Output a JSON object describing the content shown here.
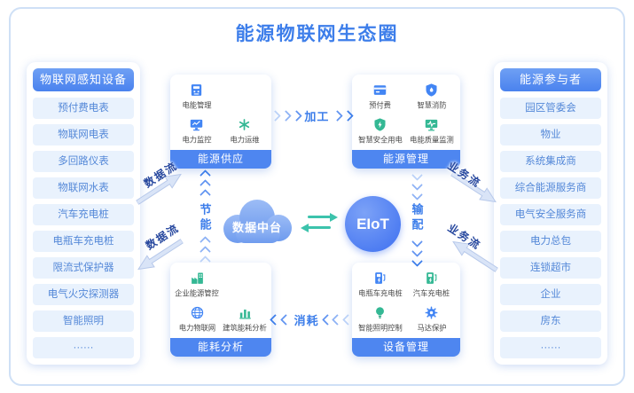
{
  "title": "能源物联网生态圈",
  "colors": {
    "accent_blue": "#3D7EEA",
    "icon_blue": "#4285F4",
    "icon_green": "#34B894",
    "teal_arrow": "#3CC3AC",
    "panel_item_bg": "#E9F2FD",
    "navy_flow_label": "#26479E",
    "card_bar_blue": "#4E86F0"
  },
  "left_panel": {
    "header": "物联网感知设备",
    "items": [
      "预付费电表",
      "物联网电表",
      "多回路仪表",
      "物联网水表",
      "汽车充电桩",
      "电瓶车充电桩",
      "限流式保护器",
      "电气火灾探测器",
      "智能照明",
      "······"
    ]
  },
  "right_panel": {
    "header": "能源参与者",
    "items": [
      "园区管委会",
      "物业",
      "系统集成商",
      "综合能源服务商",
      "电气安全服务商",
      "电力总包",
      "连锁超市",
      "企业",
      "房东",
      "······"
    ]
  },
  "cards": {
    "supply": {
      "label": "能源供应",
      "items": [
        {
          "icon": "power-meter",
          "label": "电能管理"
        },
        {
          "icon": "power-monitor",
          "label": "电力监控"
        },
        {
          "icon": "power-ops",
          "label": "电力运维"
        }
      ]
    },
    "management": {
      "label": "能源管理",
      "items": [
        {
          "icon": "prepaid",
          "label": "预付费"
        },
        {
          "icon": "fire-shield",
          "label": "智慧消防"
        },
        {
          "icon": "safe-power",
          "label": "智慧安全用电"
        },
        {
          "icon": "power-quality",
          "label": "电能质量监测"
        }
      ]
    },
    "analysis": {
      "label": "能耗分析",
      "items": [
        {
          "icon": "enterprise-energy",
          "label": "企业能源管控"
        },
        {
          "icon": "power-iot",
          "label": "电力物联网"
        },
        {
          "icon": "energy-chart",
          "label": "建筑能耗分析"
        }
      ]
    },
    "devices": {
      "label": "设备管理",
      "items": [
        {
          "icon": "ebike-charging",
          "label": "电瓶车充电桩"
        },
        {
          "icon": "car-charging",
          "label": "汽车充电桩"
        },
        {
          "icon": "smart-lighting",
          "label": "智能照明控制"
        },
        {
          "icon": "motor-protect",
          "label": "马达保护"
        }
      ]
    }
  },
  "center": {
    "cloud_label": "数据中台",
    "eiot_label": "EIoT"
  },
  "flows": {
    "process": "加工",
    "consume": "消耗",
    "save": "节能",
    "distribute": "输配",
    "data_flow_up": "数据流",
    "data_flow_down": "数据流",
    "business_flow_up": "业务流",
    "business_flow_down": "业务流"
  }
}
